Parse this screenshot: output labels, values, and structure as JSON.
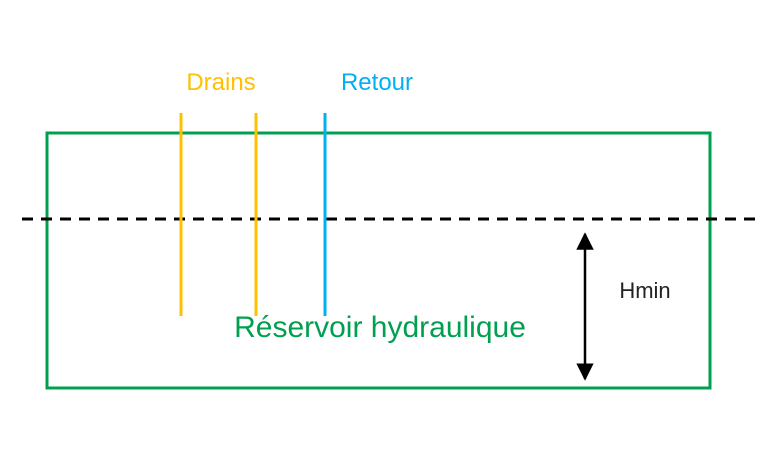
{
  "labels": {
    "drains": "Drains",
    "retour": "Retour",
    "reservoir": "Réservoir hydraulique",
    "hmin": "Hmin"
  },
  "colors": {
    "drains": "#ffc000",
    "retour": "#00b0f0",
    "reservoir": "#00a050",
    "level_line": "#000000",
    "arrow": "#000000",
    "hmin_text": "#222222"
  },
  "icons": {
    "level_line": "dashed-line",
    "hmin_arrow": "double-headed-arrow"
  }
}
